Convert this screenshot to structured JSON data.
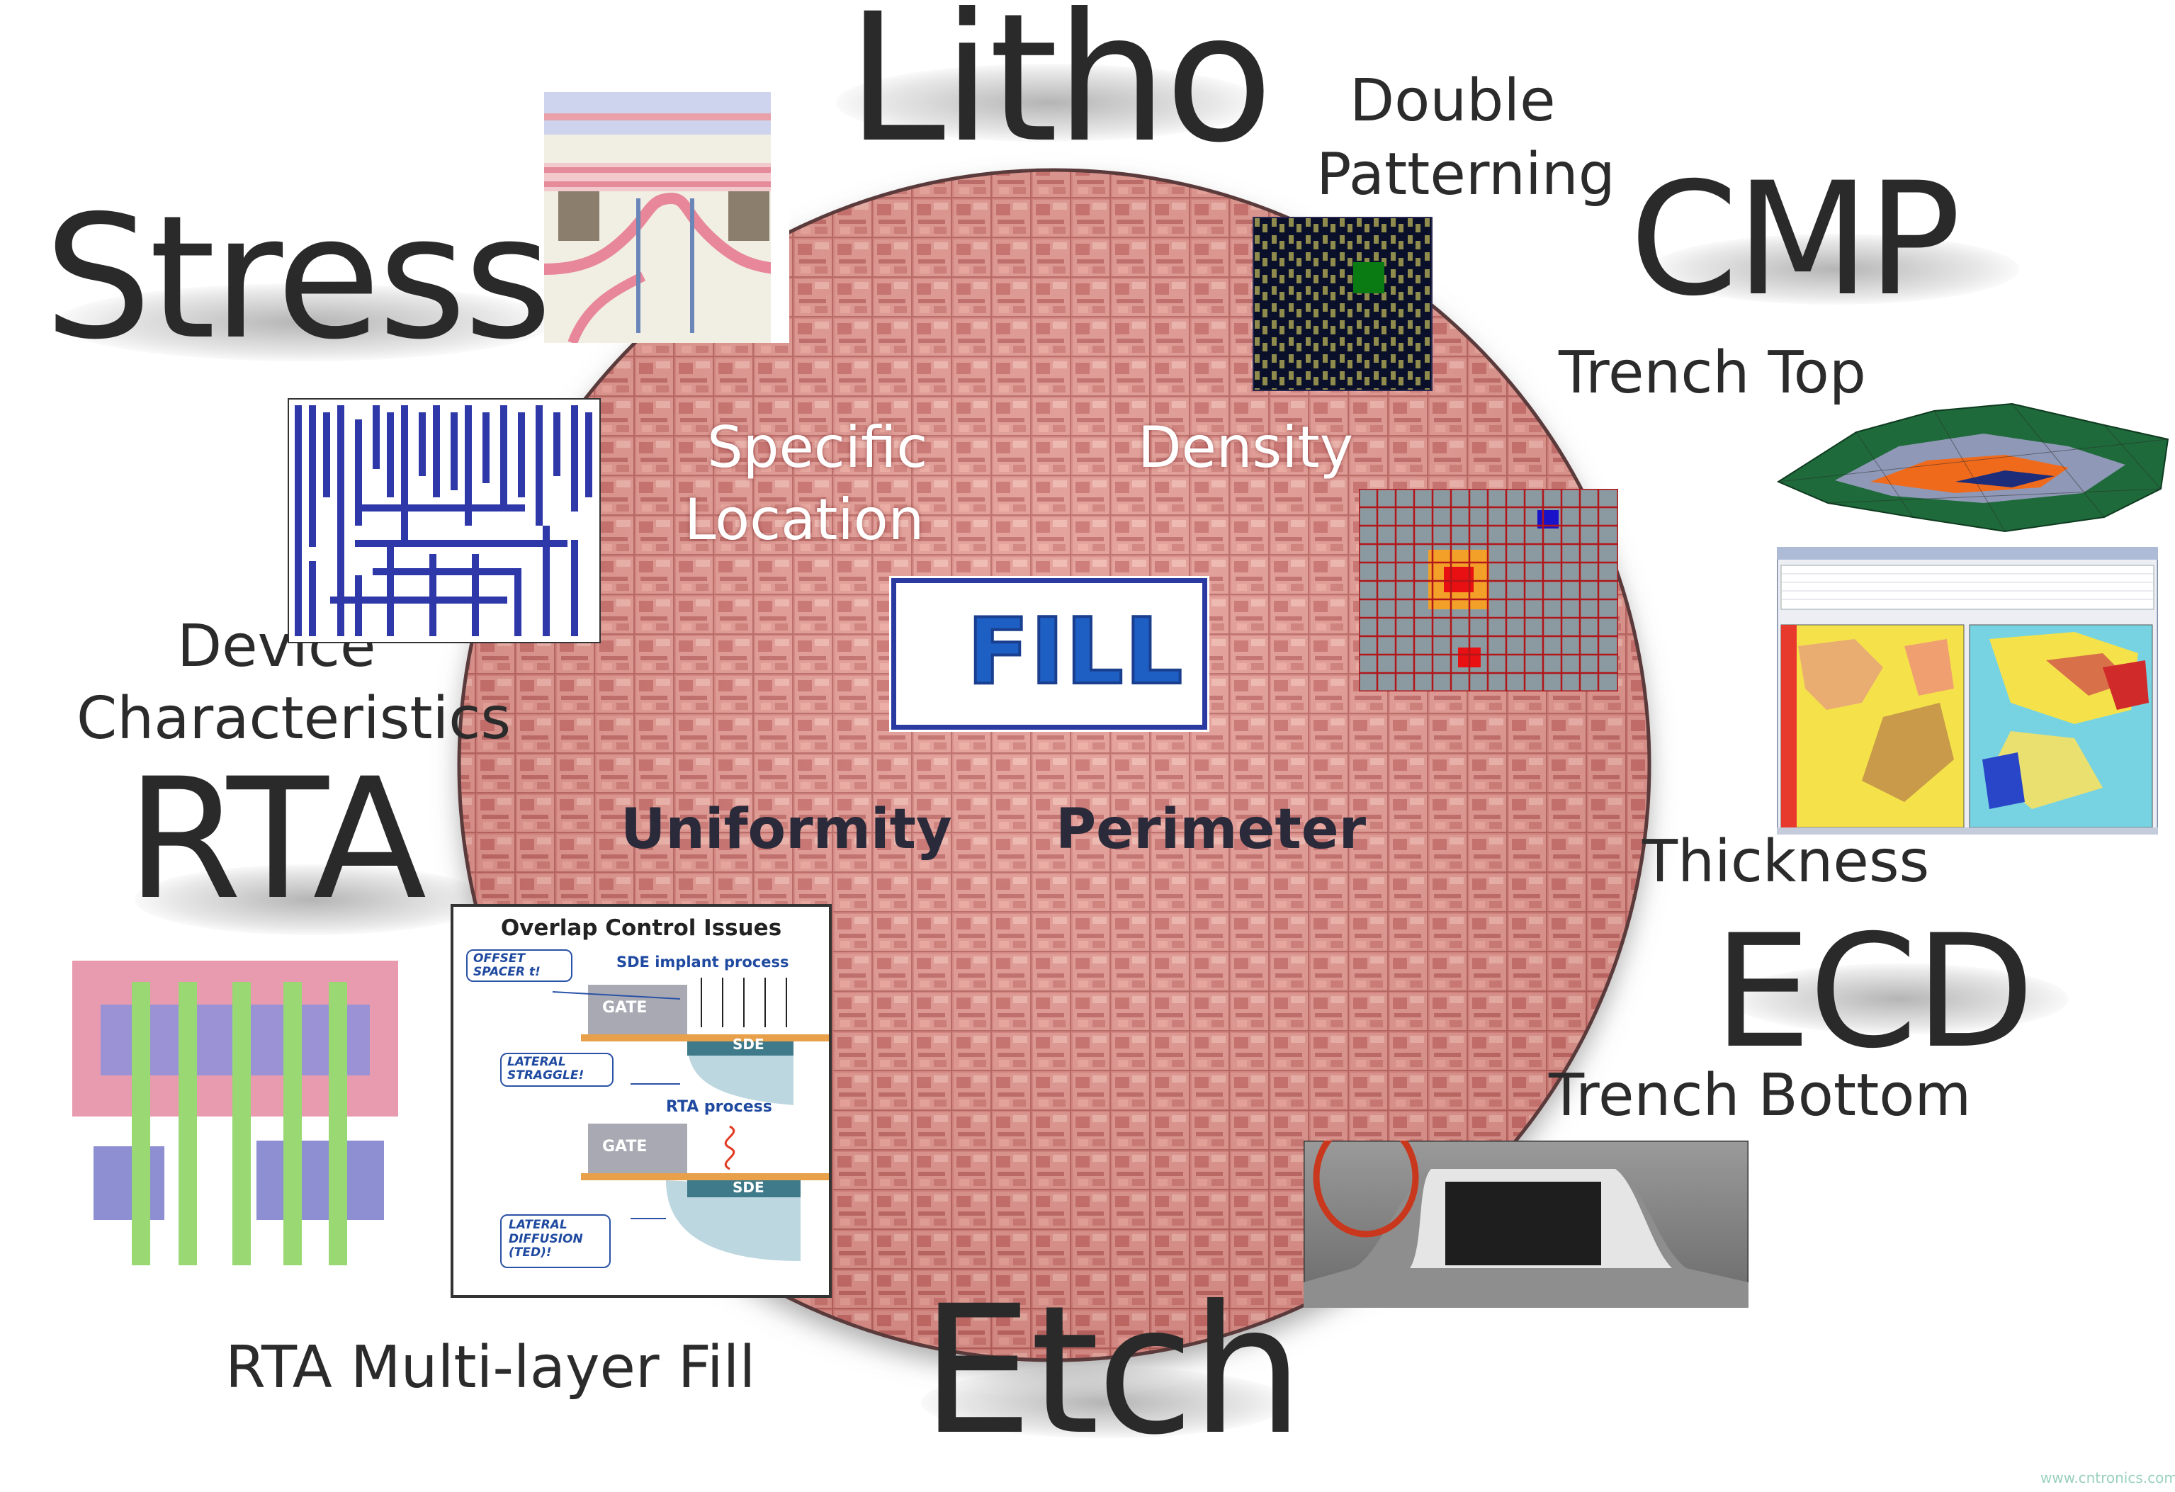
{
  "labels": {
    "litho": "Litho",
    "stress": "Stress",
    "cmp": "CMP",
    "rta": "RTA",
    "ecd": "ECD",
    "etch": "Etch",
    "double_patterning_1": "Double",
    "double_patterning_2": "Patterning",
    "trench_top": "Trench Top",
    "device_1": "Device",
    "device_2": "Characteristics",
    "thickness": "Thickness",
    "trench_bottom": "Trench Bottom",
    "rta_multilayer": "RTA Multi-layer Fill"
  },
  "wafer": {
    "specific_1": "Specific",
    "specific_2": "Location",
    "density": "Density",
    "uniformity": "Uniformity",
    "perimeter": "Perimeter",
    "fill": "FILL"
  },
  "overlap": {
    "title": "Overlap Control Issues",
    "offset": "OFFSET SPACER t!",
    "sde_implant": "SDE implant process",
    "gate": "GATE",
    "sde": "SDE",
    "lateral": "LATERAL STRAGGLE!",
    "rta_process": "RTA process",
    "gate2": "GATE",
    "sde2": "SDE",
    "diffusion": "LATERAL DIFFUSION (TED)!"
  },
  "watermark": "www.cntronics.com",
  "colors": {
    "wafer": "#d98a84",
    "fill_text": "#1e5fc4",
    "fill_border": "#2a3aa0",
    "label": "#2a2a2a"
  }
}
